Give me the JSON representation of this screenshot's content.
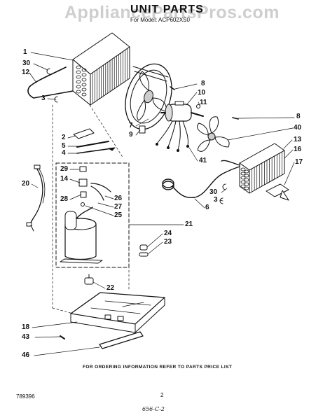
{
  "header": {
    "title": "UNIT PARTS",
    "model": "For Model: ACP602XS0",
    "watermark": "AppliancePartsPros.com"
  },
  "callouts": [
    {
      "id": "c1",
      "text": "1"
    },
    {
      "id": "c30a",
      "text": "30"
    },
    {
      "id": "c12",
      "text": "12"
    },
    {
      "id": "c3a",
      "text": "3"
    },
    {
      "id": "c2",
      "text": "2"
    },
    {
      "id": "c5",
      "text": "5"
    },
    {
      "id": "c4",
      "text": "4"
    },
    {
      "id": "c20",
      "text": "20"
    },
    {
      "id": "c29",
      "text": "29"
    },
    {
      "id": "c14",
      "text": "14"
    },
    {
      "id": "c28",
      "text": "28"
    },
    {
      "id": "c26",
      "text": "26"
    },
    {
      "id": "c27",
      "text": "27"
    },
    {
      "id": "c25",
      "text": "25"
    },
    {
      "id": "c8a",
      "text": "8"
    },
    {
      "id": "c10",
      "text": "10"
    },
    {
      "id": "c11",
      "text": "11"
    },
    {
      "id": "c7",
      "text": "7"
    },
    {
      "id": "c9",
      "text": "9"
    },
    {
      "id": "c8b",
      "text": "8"
    },
    {
      "id": "c40",
      "text": "40"
    },
    {
      "id": "c41",
      "text": "41"
    },
    {
      "id": "c13",
      "text": "13"
    },
    {
      "id": "c16",
      "text": "16"
    },
    {
      "id": "c17",
      "text": "17"
    },
    {
      "id": "c30b",
      "text": "30"
    },
    {
      "id": "c3b",
      "text": "3"
    },
    {
      "id": "c6",
      "text": "6"
    },
    {
      "id": "c21",
      "text": "21"
    },
    {
      "id": "c24",
      "text": "24"
    },
    {
      "id": "c23",
      "text": "23"
    },
    {
      "id": "c22",
      "text": "22"
    },
    {
      "id": "c18",
      "text": "18"
    },
    {
      "id": "c43",
      "text": "43"
    },
    {
      "id": "c46",
      "text": "46"
    }
  ],
  "footer": {
    "ordering_note": "FOR ORDERING INFORMATION REFER TO PARTS PRICE LIST",
    "doc_number": "789396",
    "page_number": "2",
    "hand_note": "656-C-2"
  }
}
